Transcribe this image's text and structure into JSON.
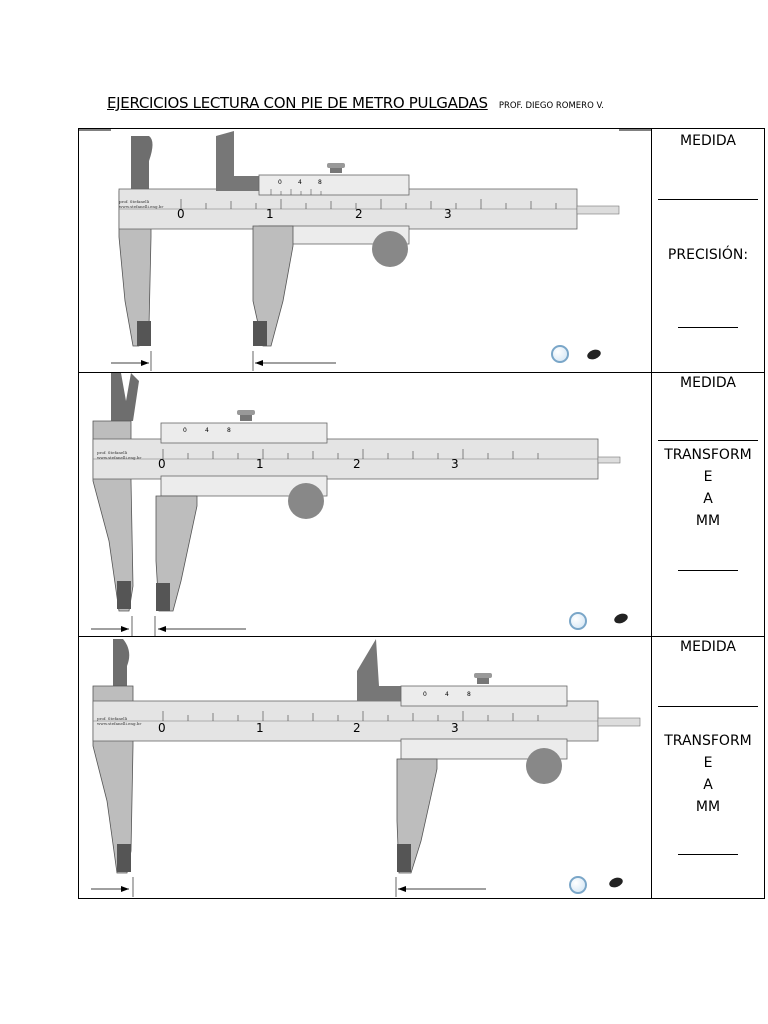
{
  "header": {
    "title": "EJERCICIOS LECTURA CON PIE DE METRO PULGADAS",
    "author": "PROF. DIEGO ROMERO V."
  },
  "exercises": [
    {
      "label_top": "MEDIDA",
      "label_mid": "PRECISIÓN:",
      "scale_numbers": [
        "0",
        "1",
        "2",
        "3"
      ],
      "vernier_numbers": [
        "0",
        "4",
        "8"
      ],
      "stamp_lines": [
        "prof. Stefanelli",
        "www.stefanelli.eng.br"
      ]
    },
    {
      "label_top": "MEDIDA",
      "label_mid": [
        "TRANSFORM",
        "E",
        "A",
        "MM"
      ],
      "scale_numbers": [
        "0",
        "1",
        "2",
        "3"
      ],
      "vernier_numbers": [
        "0",
        "4",
        "8"
      ],
      "stamp_lines": [
        "prof. Stefanelli",
        "www.stefanelli.eng.br"
      ]
    },
    {
      "label_top": "MEDIDA",
      "label_mid": [
        "TRANSFORM",
        "E",
        "A",
        "MM"
      ],
      "scale_numbers": [
        "0",
        "1",
        "2",
        "3"
      ],
      "vernier_numbers": [
        "0",
        "4",
        "8"
      ],
      "stamp_lines": [
        "prof. Stefanelli",
        "www.stefanelli.eng.br"
      ]
    }
  ],
  "icons": [
    "magnifier-icon",
    "eye-icon"
  ]
}
